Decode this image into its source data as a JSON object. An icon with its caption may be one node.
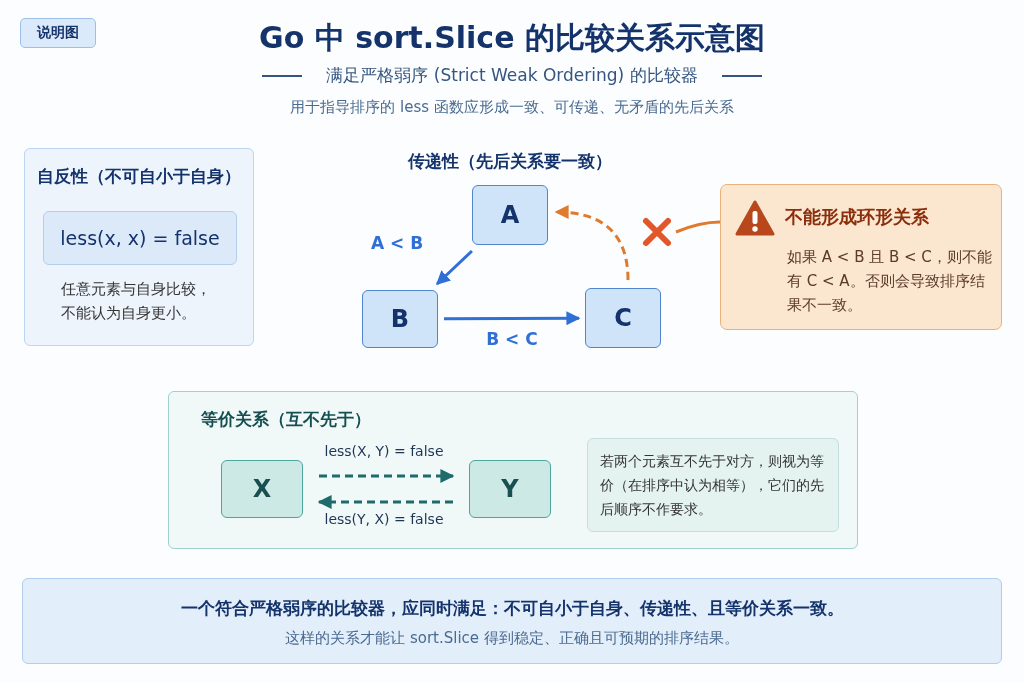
{
  "diagram": {
    "title": "Go 中 sort.Slice 的比较关系示意图",
    "nodes": [
      {
        "text": [
          "说明图"
        ]
      },
      {
        "text": [
          "自反性（不可自小于自身）",
          "任意元素与自身比较，不能认为自身更小。"
        ]
      },
      {
        "text": [
          "less(x, x) = false"
        ],
        "in": 1
      },
      {
        "text": [
          "A"
        ]
      },
      {
        "text": [
          "B"
        ]
      },
      {
        "text": [
          "C"
        ]
      },
      {
        "text": [],
        "shape": "cross"
      },
      {
        "text": [
          "不能形成环形关系",
          "如果 A < B 且 B < C，则不能有 C < A。否则会导致排序结果不一致。"
        ]
      },
      {
        "text": [
          "等价关系（互不先于）"
        ]
      },
      {
        "text": [
          "X"
        ],
        "in": 8
      },
      {
        "text": [
          "Y"
        ],
        "in": 8
      },
      {
        "text": [
          "若两个元素互不先于对方，则视为等价（在排序中认为相等），它们的先后顺序不作要求。"
        ],
        "in": 8
      },
      {
        "text": [
          "一个符合严格弱序的比较器，应同时满足：不可自小于自身、传递性、且等价关系一致。",
          "这样的关系才能让 sort.Slice 得到稳定、正确且可预期的排序结果。"
        ]
      }
    ],
    "edges": [
      {
        "from": 3,
        "to": 4,
        "arrow": "to",
        "label": "A < B"
      },
      {
        "from": 4,
        "to": 5,
        "arrow": "to",
        "label": "B < C"
      },
      {
        "from": 5,
        "to": 3,
        "arrow": "to",
        "style": "dashed",
        "color": "#e07b2e"
      },
      {
        "from": 9,
        "to": 10,
        "arrow": "to",
        "label": "less(X, Y) = false",
        "style": "dashed",
        "color": "#1f6b6b"
      },
      {
        "from": 10,
        "to": 9,
        "arrow": "to",
        "label": "less(Y, X) = false",
        "style": "dashed",
        "color": "#1f6b6b"
      },
      {
        "from": 7,
        "to": 6,
        "arrow": "none",
        "color": "#e07b2e"
      }
    ],
    "labels": [
      "满足严格弱序 (Strict Weak Ordering) 的比较器",
      "用于指导排序的 less 函数应形成一致、可传递、无矛盾的先后关系",
      "传递性（先后关系要一致）"
    ]
  }
}
